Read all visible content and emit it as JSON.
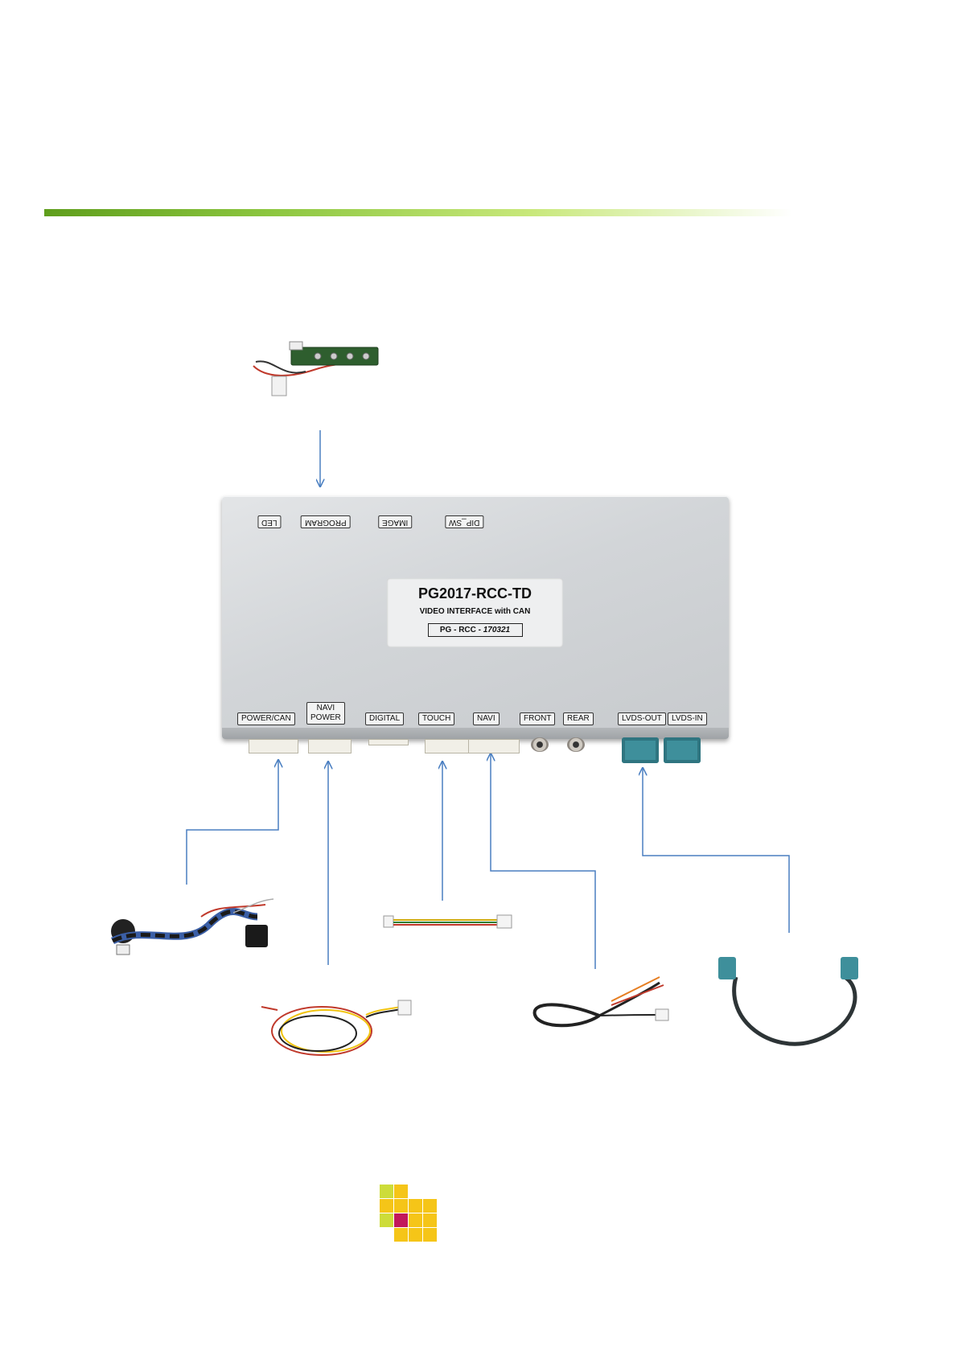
{
  "device": {
    "model": "PG2017-RCC-TD",
    "description": "VIDEO INTERFACE with CAN",
    "serial_prefix": "PG - RCC - ",
    "serial_number": "170321",
    "top_labels": [
      "LED",
      "PROGRAM",
      "IMAGE",
      "DIP_SW"
    ],
    "bottom_labels": {
      "power_can": "POWER/CAN",
      "navi_power_1": "NAVI",
      "navi_power_2": "POWER",
      "digital": "DIGITAL",
      "touch": "TOUCH",
      "navi": "NAVI",
      "front": "FRONT",
      "rear": "REAR",
      "lvds_out": "LVDS-OUT",
      "lvds_in": "LVDS-IN"
    }
  },
  "colors": {
    "arrow": "#4a7fc1",
    "accent_green": "#8cc63f",
    "logo_yellow": "#f5c518",
    "logo_magenta": "#c2185b",
    "logo_lime": "#cddc39"
  },
  "icons": [
    "program-keypad-icon",
    "power-can-harness-icon",
    "navi-power-cable-icon",
    "touch-cable-icon",
    "navi-cable-icon",
    "lvds-cable-icon",
    "company-logo-icon"
  ]
}
